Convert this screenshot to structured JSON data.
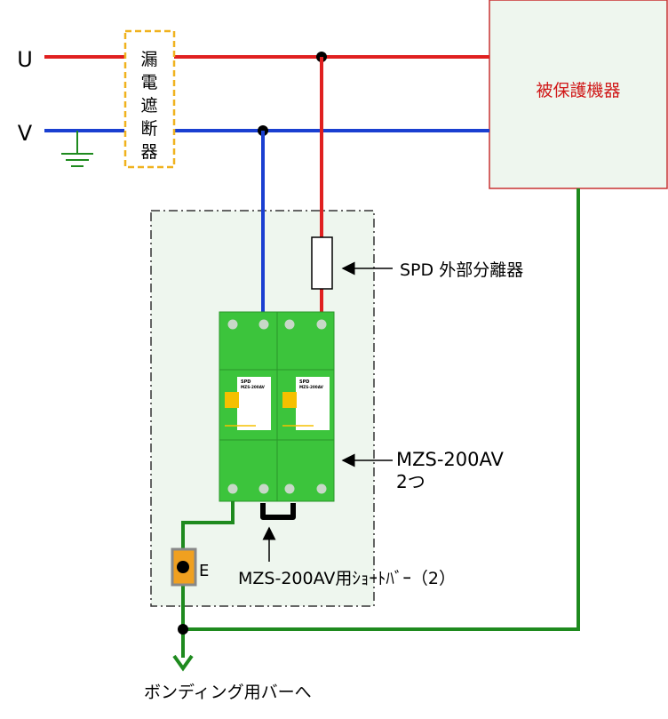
{
  "lines": {
    "u_label": "U",
    "v_label": "V"
  },
  "breaker": {
    "label_chars": [
      "漏",
      "電",
      "遮",
      "断",
      "器"
    ]
  },
  "protected_device": {
    "label": "被保護機器"
  },
  "annotations": {
    "spd_disconnector": "SPD 外部分離器",
    "mzs_model": "MZS-200AV",
    "mzs_count": "2つ",
    "short_bar": "MZS-200AV用ｼｮｰﾄﾊﾞｰ（2）",
    "earth_terminal": "E",
    "bonding_bar": "ボンディング用バーへ"
  },
  "spd_modules": [
    {
      "line1": "SPD",
      "line2": "MZS-200AV"
    },
    {
      "line1": "SPD",
      "line2": "MZS-200AV"
    }
  ],
  "colors": {
    "u_line": "#e02020",
    "v_line": "#1a3fd1",
    "ground": "#1e8a1e",
    "breaker_border": "#f0b21e",
    "device_border": "#c83232",
    "device_fill": "#eef6ee",
    "device_text": "#d01818",
    "enclosure_fill": "#eef6ee",
    "spd_green": "#3cc43c",
    "spd_yellow": "#f5c000",
    "terminal_orange": "#f0a020"
  }
}
